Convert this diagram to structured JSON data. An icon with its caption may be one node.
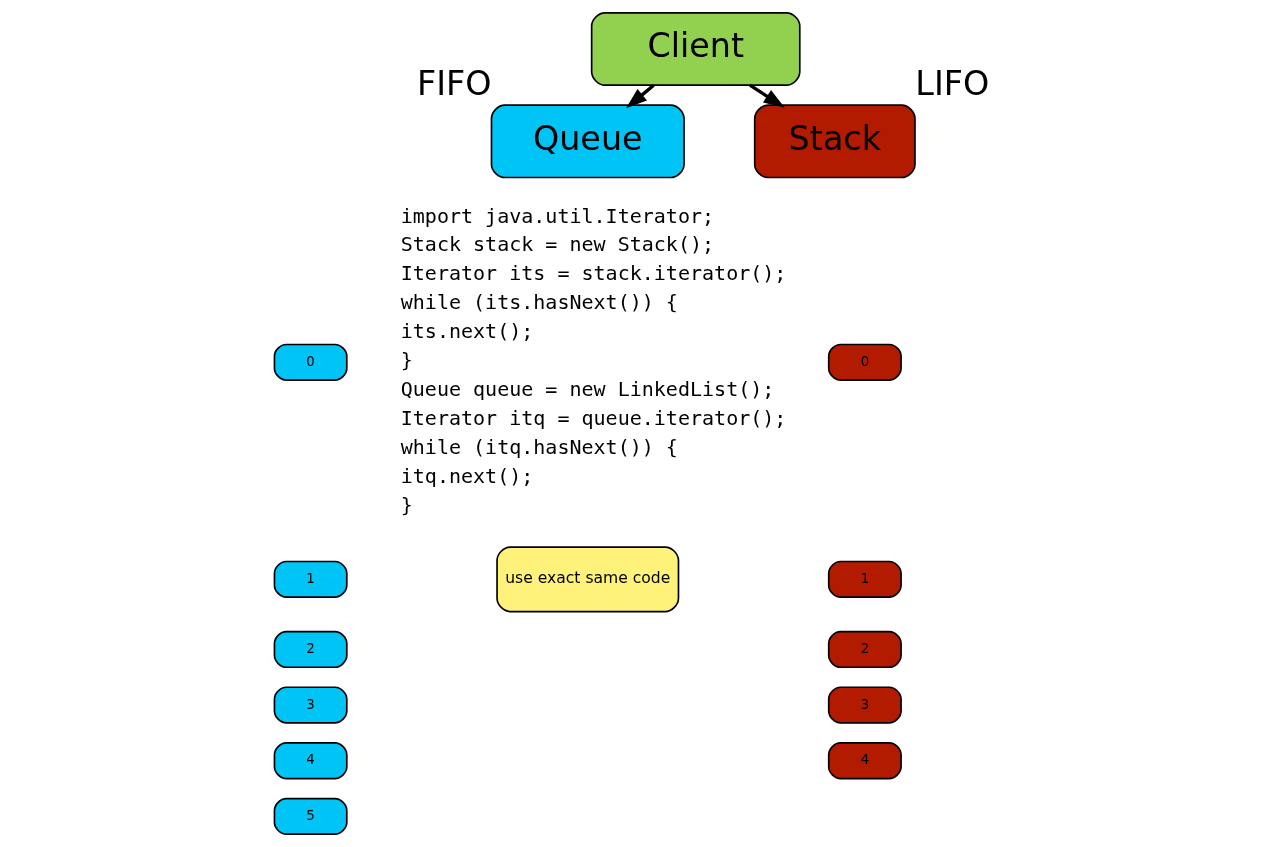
{
  "diagram": {
    "nodes": [
      {
        "text": [
          "Client"
        ]
      },
      {
        "text": [
          "Queue"
        ],
        "beside": [
          "FIFO"
        ]
      },
      {
        "text": [
          "Stack"
        ],
        "beside": [
          "LIFO"
        ]
      },
      {
        "text": [
          "0"
        ]
      },
      {
        "text": [
          "1"
        ]
      },
      {
        "text": [
          "2"
        ]
      },
      {
        "text": [
          "3"
        ]
      },
      {
        "text": [
          "4"
        ]
      },
      {
        "text": [
          "5"
        ]
      },
      {
        "text": [
          "0"
        ]
      },
      {
        "text": [
          "1"
        ]
      },
      {
        "text": [
          "2"
        ]
      },
      {
        "text": [
          "3"
        ]
      },
      {
        "text": [
          "4"
        ]
      },
      {
        "text": [
          "use exact same code"
        ]
      }
    ],
    "edges": [
      {
        "from": 0,
        "to": 1,
        "arrow": "to"
      },
      {
        "from": 0,
        "to": 2,
        "arrow": "to"
      }
    ],
    "labels": [
      "import java.util.Iterator;",
      "Stack stack = new Stack();",
      "Iterator its = stack.iterator();",
      "while (its.hasNext()) {",
      "its.next();",
      "}",
      "Queue queue = new LinkedList();",
      "Iterator itq = queue.iterator();",
      "while (itq.hasNext()) {",
      "itq.next();",
      "}"
    ]
  }
}
